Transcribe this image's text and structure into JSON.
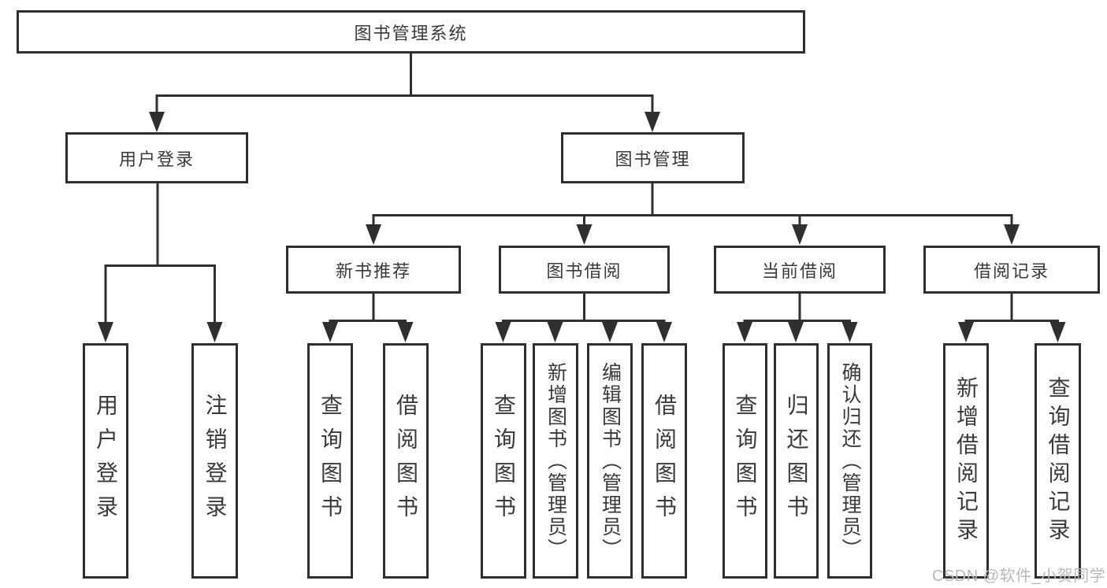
{
  "tree": {
    "root": {
      "label": "图书管理系统"
    },
    "user_login": {
      "label": "用户登录",
      "children": [
        {
          "label": "用户登录"
        },
        {
          "label": "注销登录"
        }
      ]
    },
    "book_management": {
      "label": "图书管理",
      "children": [
        {
          "label": "新书推荐",
          "children": [
            {
              "label": "查询图书"
            },
            {
              "label": "借阅图书"
            }
          ]
        },
        {
          "label": "图书借阅",
          "children": [
            {
              "label": "查询图书"
            },
            {
              "label": "新增图书（管理员）"
            },
            {
              "label": "编辑图书（管理员）"
            },
            {
              "label": "借阅图书"
            }
          ]
        },
        {
          "label": "当前借阅",
          "children": [
            {
              "label": "查询图书"
            },
            {
              "label": "归还图书"
            },
            {
              "label": "确认归还（管理员）"
            }
          ]
        },
        {
          "label": "借阅记录",
          "children": [
            {
              "label": "新增借阅记录"
            },
            {
              "label": "查询借阅记录"
            }
          ]
        }
      ]
    }
  },
  "watermark": {
    "text": "CSDN @软件_小贺同学"
  },
  "colors": {
    "line": "#2f2f2f",
    "text": "#3a3a3a",
    "background": "#ffffff",
    "watermark": "#b7babd"
  }
}
